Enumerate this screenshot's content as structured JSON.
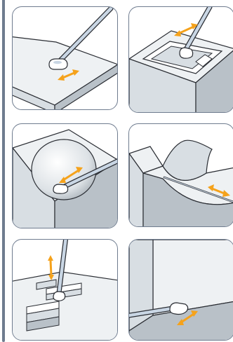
{
  "colors": {
    "accent": "#f5a21b",
    "frame": "#6f7c8f",
    "surface_light": "#eef1f3",
    "surface_mid": "#d8dee3",
    "surface_dark": "#b9c1c8",
    "outline": "#2a2d33",
    "probe": "#c9d6e4"
  },
  "panels": [
    {
      "id": "flat-surface",
      "icon": "probe-on-flat-surface",
      "motion": "horizontal"
    },
    {
      "id": "inside-slot",
      "icon": "probe-in-slot",
      "motion": "vertical-diagonal"
    },
    {
      "id": "spherical-cavity",
      "icon": "probe-in-sphere",
      "motion": "diagonal"
    },
    {
      "id": "curved-groove",
      "icon": "needle-in-groove",
      "motion": "horizontal"
    },
    {
      "id": "stepped-edge",
      "icon": "probe-on-steps",
      "motion": "vertical"
    },
    {
      "id": "inside-corner",
      "icon": "probe-in-corner",
      "motion": "diagonal"
    }
  ]
}
